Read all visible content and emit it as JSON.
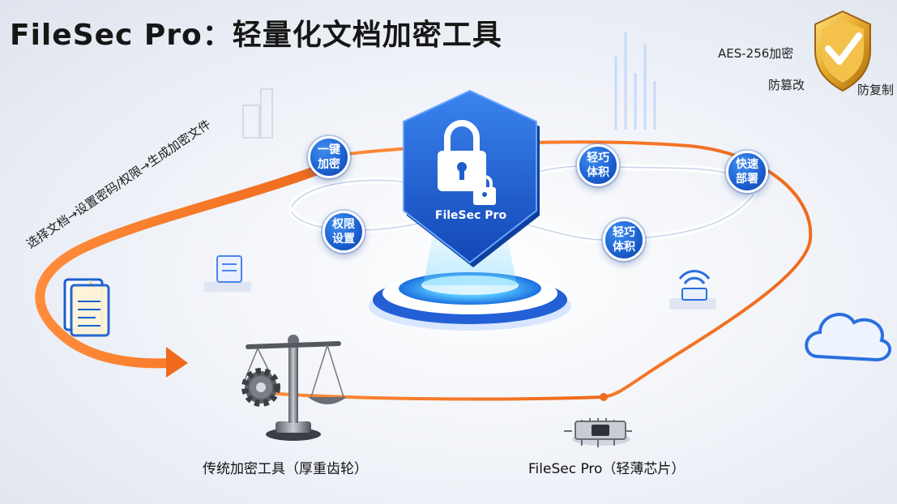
{
  "title": "FileSec Pro：轻量化文档加密工具",
  "top_right": {
    "encryption": "AES-256加密",
    "anti_tamper": "防篡改",
    "anti_copy": "防复制"
  },
  "flow_text": "选择文档→设置密码/权限→生成加密文件",
  "central_shield_label": "FileSec Pro",
  "features": {
    "one_click": "一键加密",
    "lightweight_top": "轻巧体积",
    "fast_deploy": "快速部署",
    "permissions": "权限设置",
    "lightweight_bottom": "轻巧体积"
  },
  "captions": {
    "traditional": "传统加密工具（厚重齿轮）",
    "filesec": "FileSec Pro（轻薄芯片）"
  },
  "colors": {
    "accent_blue": "#1b5fcf",
    "orange_path": "#f07a2a",
    "gold_shield": "#e0a92a"
  }
}
